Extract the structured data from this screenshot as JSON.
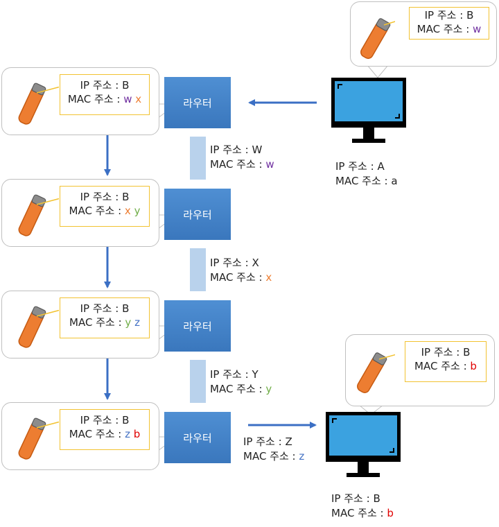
{
  "router_label": "라우터",
  "ip_prefix": "IP 주소 : ",
  "mac_prefix": "MAC 주소 : ",
  "source_pc": {
    "ip": "A",
    "mac": "a"
  },
  "dest_pc": {
    "ip": "B",
    "mac": "b"
  },
  "top_callout": {
    "ip": "B",
    "mac": "w"
  },
  "dest_callout": {
    "ip": "B",
    "mac": "b"
  },
  "packets": [
    {
      "ip": "B",
      "mac_src": "w",
      "mac_dst": "x"
    },
    {
      "ip": "B",
      "mac_src": "x",
      "mac_dst": "y"
    },
    {
      "ip": "B",
      "mac_src": "y",
      "mac_dst": "z"
    },
    {
      "ip": "B",
      "mac_src": "z",
      "mac_dst": "b"
    }
  ],
  "links": [
    {
      "ip": "W",
      "mac": "w"
    },
    {
      "ip": "X",
      "mac": "x"
    },
    {
      "ip": "Y",
      "mac": "y"
    },
    {
      "ip": "Z",
      "mac": "z"
    }
  ],
  "colors": {
    "w": "#7030a0",
    "x": "#ed7d31",
    "y": "#70ad47",
    "z": "#4472c4",
    "b": "#e00000",
    "router": "#3f7fc4",
    "arrow": "#3b6fc4",
    "tube": "#ed7d31",
    "tag_border": "#f2c230"
  }
}
